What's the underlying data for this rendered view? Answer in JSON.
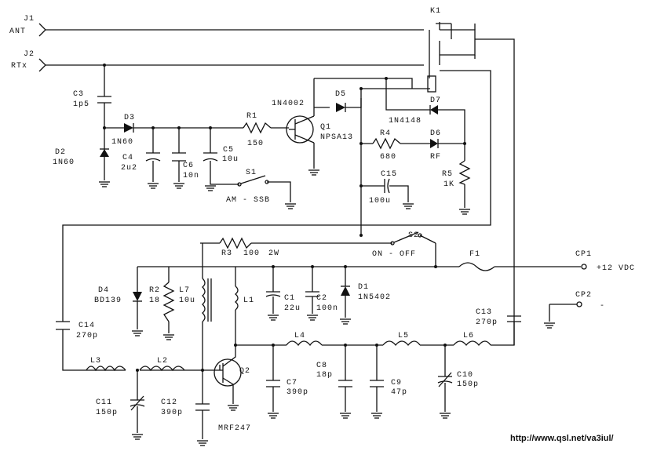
{
  "connectors": {
    "j1": "J1",
    "j2": "J2",
    "ant": "ANT",
    "rtx": "RTx",
    "k1": "K1",
    "cp1": "CP1",
    "cp2": "CP2",
    "supply": "+12 VDC",
    "ground_mark": "-"
  },
  "capacitors": {
    "c3": {
      "ref": "C3",
      "value": "1p5"
    },
    "c4": {
      "ref": "C4",
      "value": "2u2"
    },
    "c5": {
      "ref": "C5",
      "value": "10u"
    },
    "c6": {
      "ref": "C6",
      "value": "10n"
    },
    "c15": {
      "ref": "C15",
      "value": "100u"
    },
    "c14": {
      "ref": "C14",
      "value": "270p"
    },
    "c1": {
      "ref": "C1",
      "value": "22u"
    },
    "c2": {
      "ref": "C2",
      "value": "100n"
    },
    "c13": {
      "ref": "C13",
      "value": "270p"
    },
    "c7": {
      "ref": "C7",
      "value": "390p"
    },
    "c8": {
      "ref": "C8",
      "value": "18p"
    },
    "c9": {
      "ref": "C9",
      "value": "47p"
    },
    "c10": {
      "ref": "C10",
      "value": "150p"
    },
    "c11": {
      "ref": "C11",
      "value": "150p"
    },
    "c12": {
      "ref": "C12",
      "value": "390p"
    }
  },
  "diodes": {
    "d2": {
      "ref": "D2",
      "value": "1N60"
    },
    "d3": {
      "ref": "D3",
      "value": "1N60"
    },
    "d5": {
      "ref": "D5",
      "value": "1N4002"
    },
    "d7": {
      "ref": "D7",
      "value": "1N4148"
    },
    "d6": {
      "ref": "D6",
      "value": "RF"
    },
    "d4": {
      "ref": "D4",
      "value": "BD139"
    },
    "d1": {
      "ref": "D1",
      "value": "1N5402"
    }
  },
  "resistors": {
    "r1": {
      "ref": "R1",
      "value": "150"
    },
    "r4": {
      "ref": "R4",
      "value": "680"
    },
    "r5": {
      "ref": "R5",
      "value": "1K"
    },
    "r3": {
      "ref": "R3",
      "value": "100",
      "power": "2W"
    },
    "r2": {
      "ref": "R2",
      "value": "18"
    }
  },
  "inductors": {
    "l7": {
      "ref": "L7",
      "value": "10u"
    },
    "l1": "L1",
    "l2": "L2",
    "l3": "L3",
    "l4": "L4",
    "l5": "L5",
    "l6": "L6"
  },
  "transistors": {
    "q1": {
      "ref": "Q1",
      "value": "NPSA13"
    },
    "q2": {
      "ref": "Q2",
      "value": "MRF247"
    }
  },
  "switches": {
    "s1": {
      "ref": "S1",
      "label": "AM - SSB"
    },
    "s2": {
      "ref": "S2",
      "label": "ON - OFF"
    }
  },
  "fuse": "F1",
  "footer": {
    "url": "http://www.qsl.net/va3iul/"
  }
}
